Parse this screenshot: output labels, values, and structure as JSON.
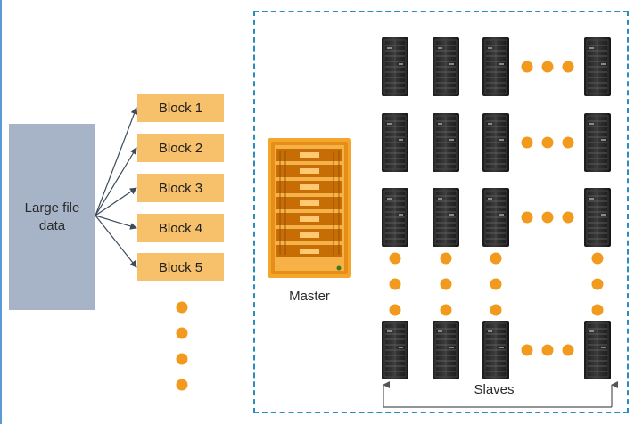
{
  "large_file": {
    "label_line1": "Large file",
    "label_line2": "data"
  },
  "blocks": [
    "Block 1",
    "Block 2",
    "Block 3",
    "Block 4",
    "Block 5"
  ],
  "master": {
    "label": "Master"
  },
  "slaves": {
    "label": "Slaves"
  },
  "colors": {
    "block_fill": "#f7c06a",
    "dot": "#f29a1e",
    "large_file_fill": "#a7b4c7",
    "frame_border": "#2b8cbe",
    "server_dark": "#2e2e2e",
    "master_orange": "#f4a52b"
  },
  "icons": {
    "master": "server-rack-icon",
    "slave": "server-tower-icon"
  }
}
